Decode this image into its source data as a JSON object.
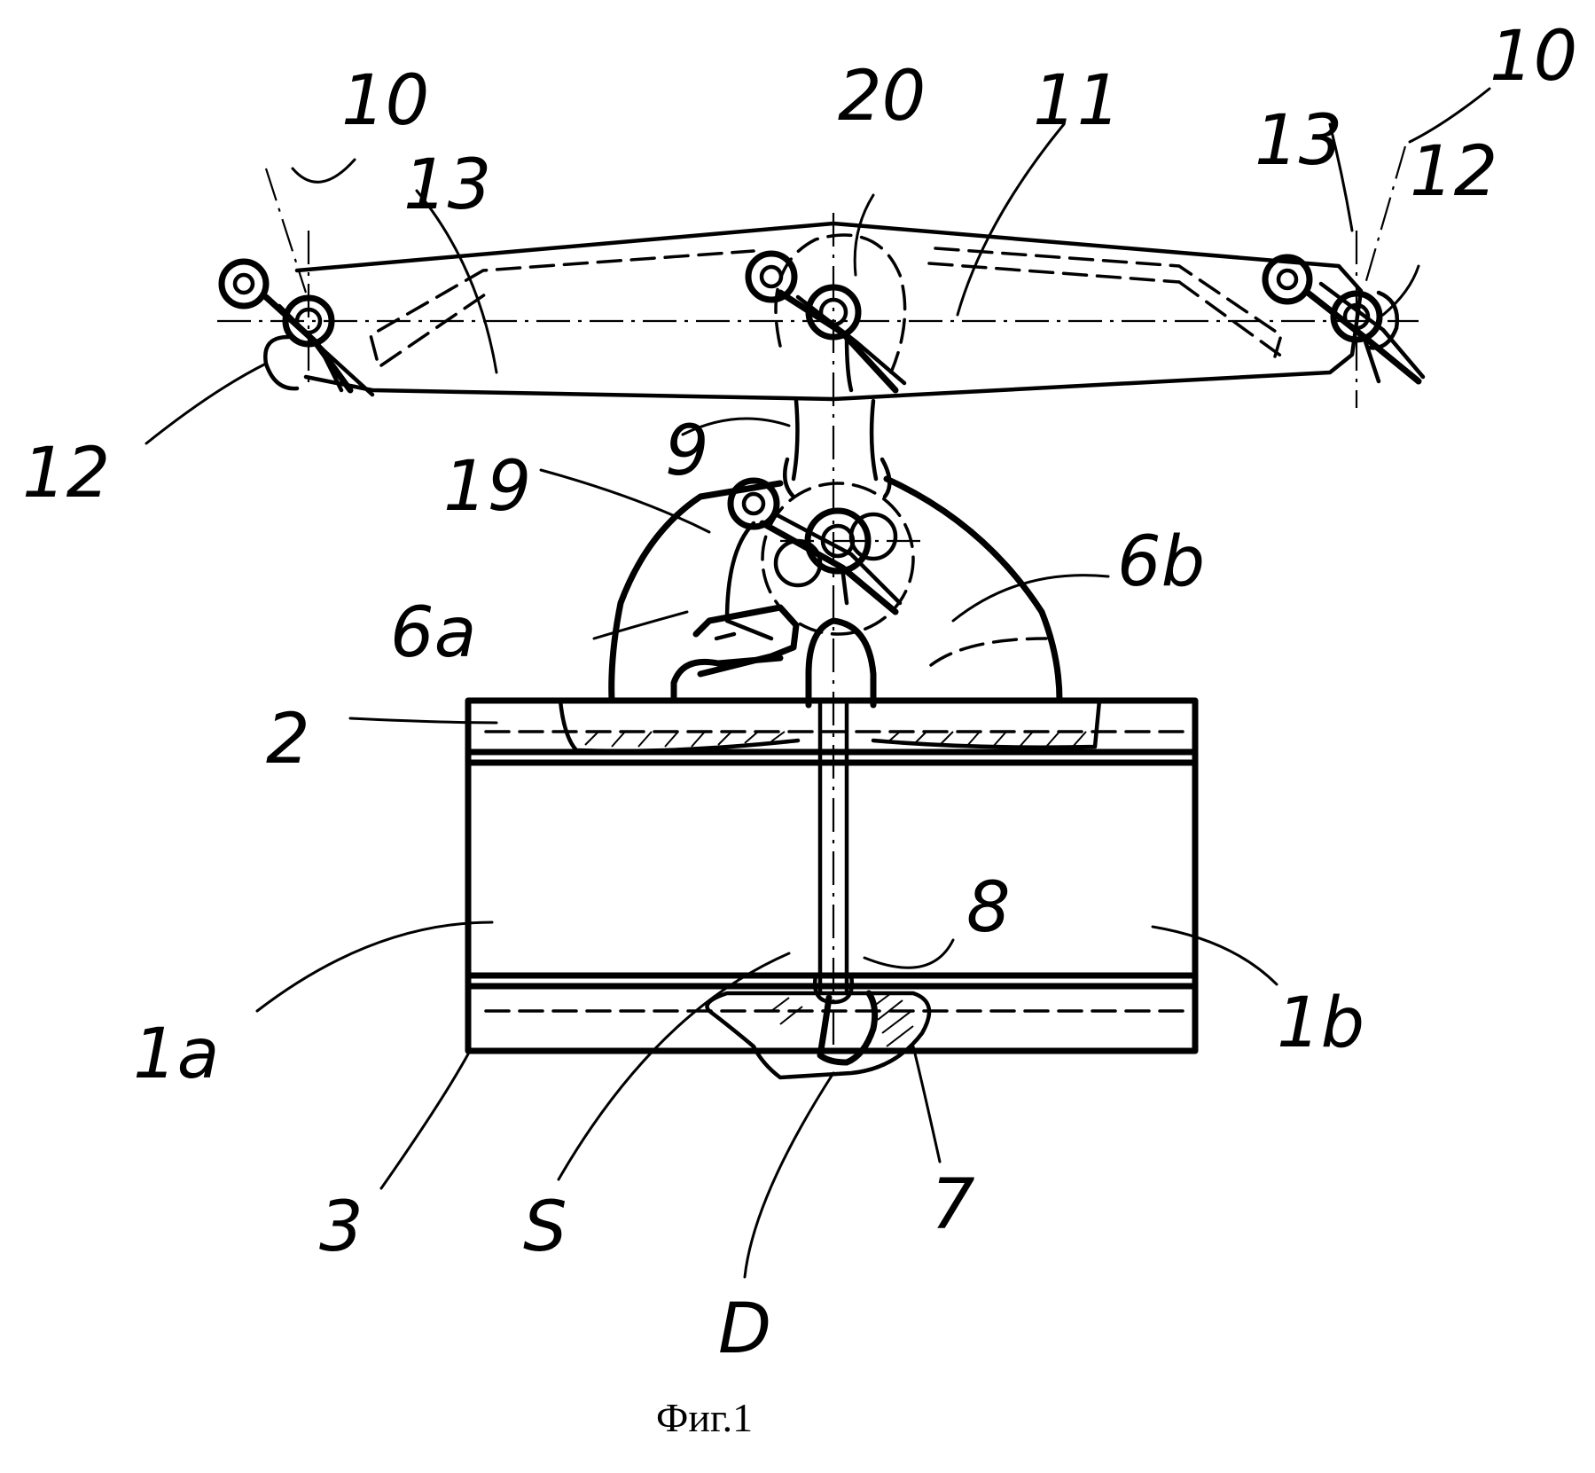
{
  "figure": {
    "caption": "Фиг.1",
    "labels": {
      "l10_left": "10",
      "l13_left": "13",
      "l12_left": "12",
      "l20": "20",
      "l11": "11",
      "l13_right": "13",
      "l10_right": "10",
      "l12_right": "12",
      "l9": "9",
      "l19": "19",
      "l6b": "6b",
      "l6a": "6a",
      "l2": "2",
      "l8": "8",
      "l1a": "1a",
      "l1b": "1b",
      "l3": "3",
      "lS": "S",
      "l7": "7",
      "lD": "D"
    }
  }
}
